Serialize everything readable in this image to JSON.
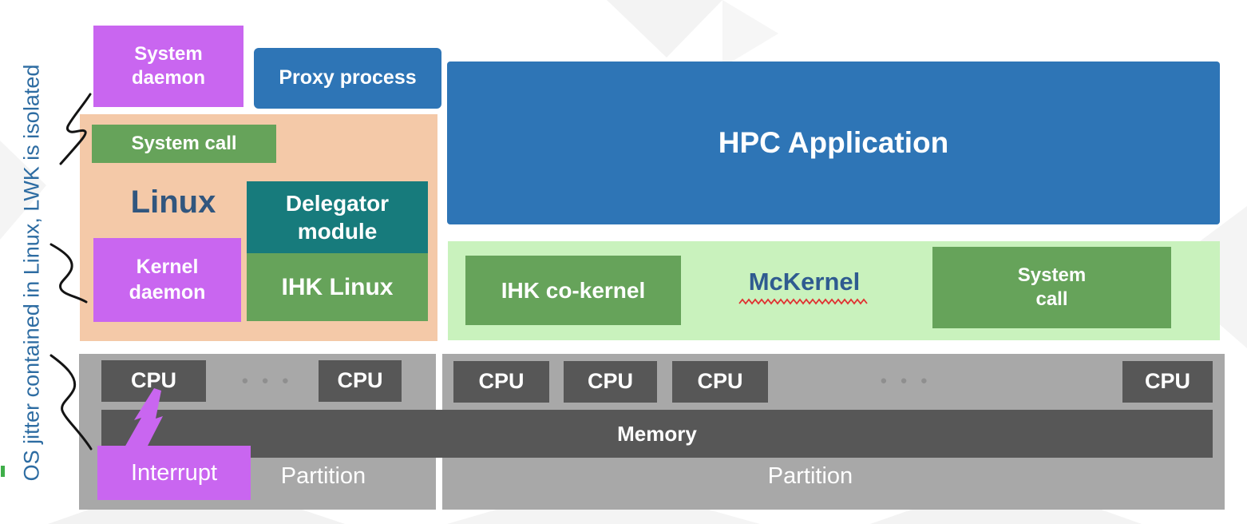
{
  "colors": {
    "purple": "#C966F0",
    "blue": "#2E75B6",
    "orange_bg": "#F4C9A8",
    "green": "#66A35A",
    "teal": "#177B7C",
    "light_green_bg": "#C9F2BD",
    "gray": "#A8A8A8",
    "dark_gray": "#575757",
    "linux_text_blue": "#31567E",
    "mckernel_text_blue": "#2F5B90",
    "annotation_blue": "#2D6CA2",
    "spellcheck_red": "#E03131"
  },
  "annotation": {
    "vertical_text": "OS jitter contained in Linux, LWK is isolated"
  },
  "linux_host": {
    "system_daemon_line1": "System",
    "system_daemon_line2": "daemon",
    "proxy_process": "Proxy process",
    "system_call": "System call",
    "os_name": "Linux",
    "delegator_line1": "Delegator",
    "delegator_line2": "module",
    "kernel_daemon_line1": "Kernel",
    "kernel_daemon_line2": "daemon",
    "ihk_linux": "IHK Linux"
  },
  "lwk_side": {
    "hpc_application": "HPC Application",
    "ihk_cokernel": "IHK co-kernel",
    "os_name": "McKernel",
    "system_call_line1": "System",
    "system_call_line2": "call"
  },
  "hardware": {
    "cpu": "CPU",
    "ellipsis": "● ● ●",
    "memory": "Memory",
    "interrupt": "Interrupt",
    "left_partition_label": "Partition",
    "right_partition_label": "Partition"
  }
}
